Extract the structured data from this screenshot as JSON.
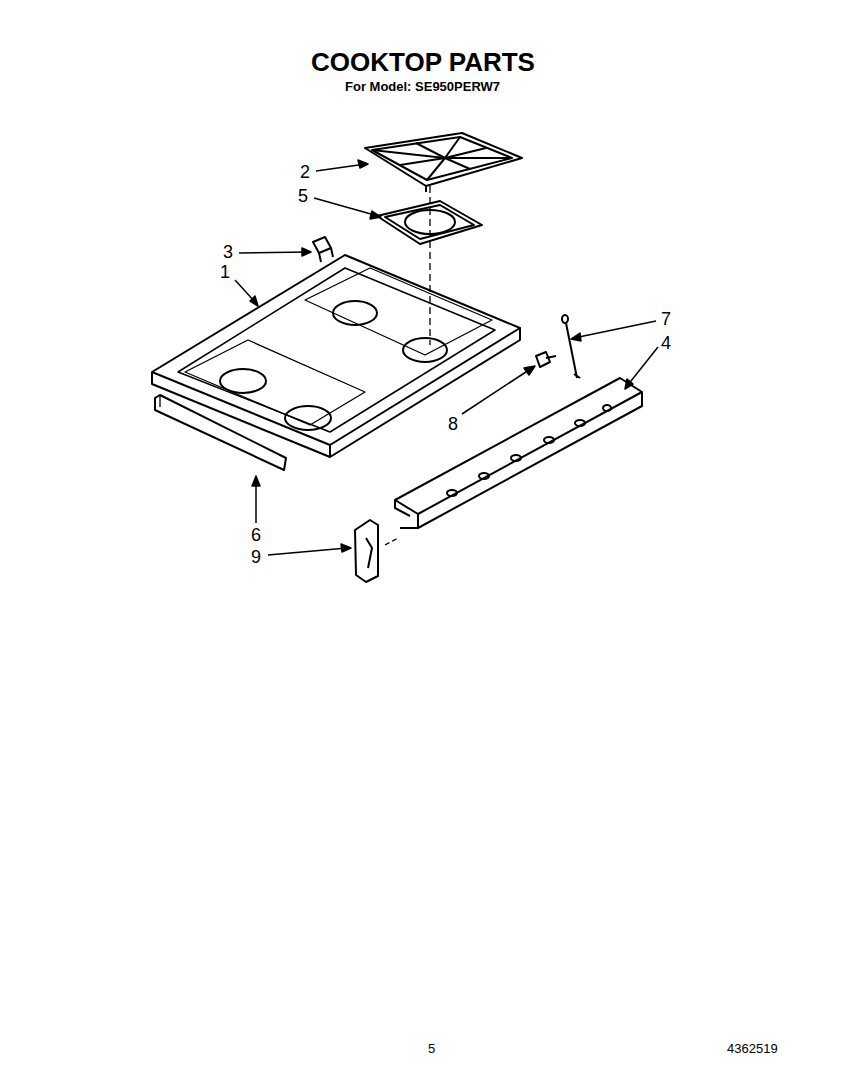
{
  "diagram": {
    "title": "COOKTOP PARTS",
    "labels": [
      "For Model: SE950PERW7",
      "2",
      "5",
      "3",
      "1",
      "7",
      "4",
      "8",
      "6",
      "9",
      "5",
      "4362519"
    ]
  }
}
